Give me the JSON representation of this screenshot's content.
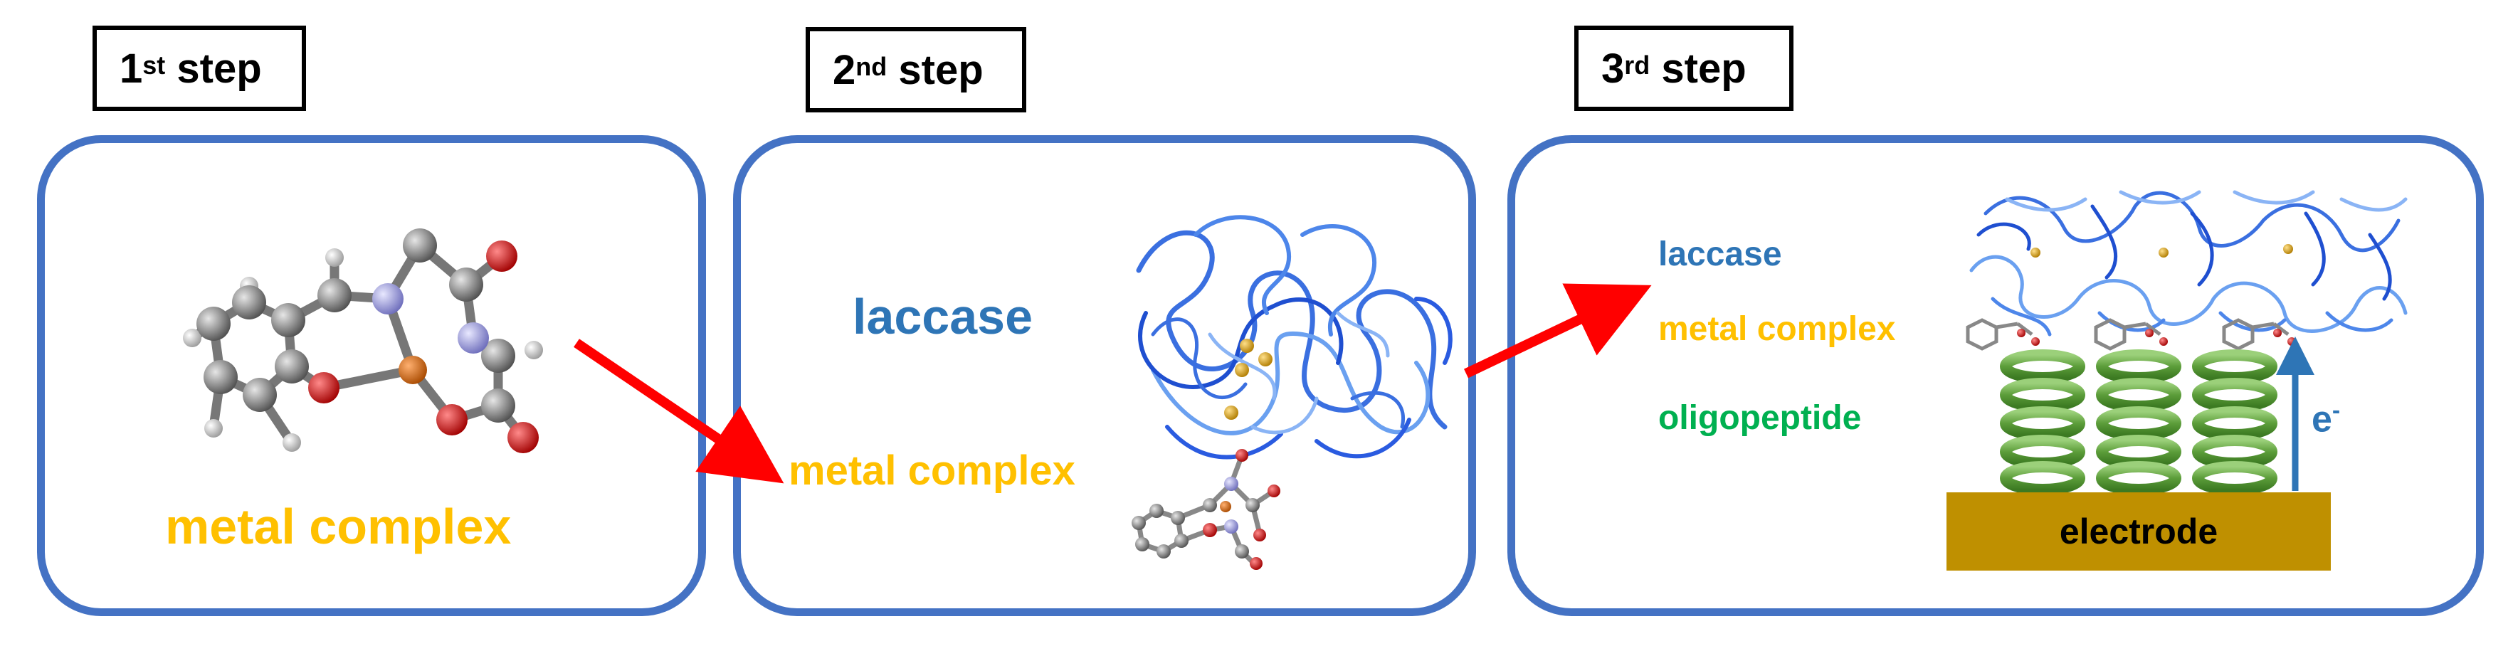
{
  "steps": [
    {
      "number": "1",
      "suffix": "st",
      "word": "step"
    },
    {
      "number": "2",
      "suffix": "nd",
      "word": "step"
    },
    {
      "number": "3",
      "suffix": "rd",
      "word": "step"
    }
  ],
  "panel1": {
    "metal_complex": "metal complex"
  },
  "panel2": {
    "laccase": "laccase",
    "metal_complex": "metal complex"
  },
  "panel3": {
    "laccase": "laccase",
    "metal_complex": "metal complex",
    "oligopeptide": "oligopeptide",
    "electron": "e",
    "electron_sup": "-",
    "electrode": "electrode"
  },
  "colors": {
    "panel_border": "#4472c4",
    "laccase_text": "#2e75b6",
    "metal_complex_text": "#ffc000",
    "oligopeptide_text": "#00b050",
    "arrow": "#ff0000",
    "electrode": "#bf9000",
    "helix": "#6aa84f",
    "protein": "#3a6fe0"
  }
}
